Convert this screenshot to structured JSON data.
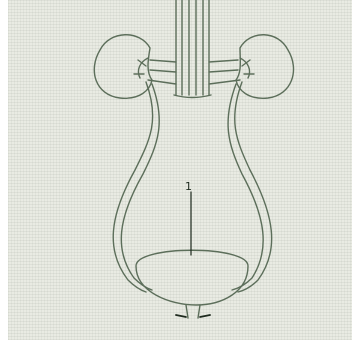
{
  "diagram": {
    "labels": [
      {
        "id": "bladder-pointer",
        "text": "1"
      }
    ]
  },
  "colors": {
    "background": "#e9ebe3",
    "line": "#5c6e5a",
    "dark": "#1e2a1e"
  },
  "icons": {
    "left-kidney": "kidney-shape",
    "right-kidney": "kidney-shape",
    "bladder": "bladder-shape"
  }
}
